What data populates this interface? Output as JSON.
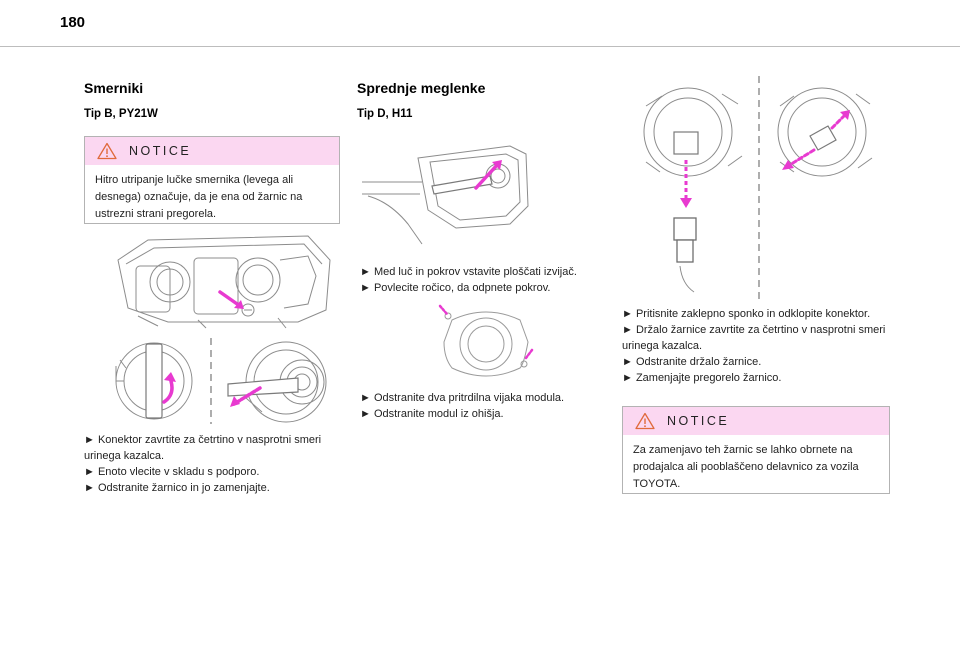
{
  "page": {
    "number": "180"
  },
  "colors": {
    "accent": "#e83ad0",
    "notice_header": "#fbd7f1",
    "rule": "#bdbdbd"
  },
  "col1": {
    "title": "Smerniki",
    "subtitle": "Tip B, PY21W",
    "notice": {
      "icon": "warning-triangle-icon",
      "title": "NOTICE",
      "body": "Hitro utripanje lučke smernika (levega ali desnega) označuje, da je ena od žarnic na ustrezni strani pregorela."
    },
    "steps": [
      "►  Konektor zavrtite za četrtino v nasprotni smeri urinega kazalca.",
      "► Enoto vlecite v skladu s podporo.",
      "► Odstranite žarnico in jo zamenjajte."
    ]
  },
  "col2": {
    "title": "Sprednje meglenke",
    "subtitle": "Tip D, H11",
    "steps_a": [
      "► Med luč in pokrov vstavite ploščati izvijač.",
      "► Povlecite ročico, da odpnete pokrov."
    ],
    "steps_b": [
      "► Odstranite dva pritrdilna vijaka modula.",
      "► Odstranite modul iz ohišja."
    ]
  },
  "col3": {
    "steps": [
      "► Pritisnite zaklepno sponko in odklopite konektor.",
      "► Držalo žarnice zavrtite za četrtino v nasprotni smeri urinega kazalca.",
      "► Odstranite držalo žarnice.",
      "► Zamenjajte pregorelo žarnico."
    ],
    "notice": {
      "icon": "warning-triangle-icon",
      "title": "NOTICE",
      "body": "Za zamenjavo teh žarnic se lahko obrnete na prodajalca ali pooblaščeno delavnico za vozila TOYOTA."
    }
  }
}
